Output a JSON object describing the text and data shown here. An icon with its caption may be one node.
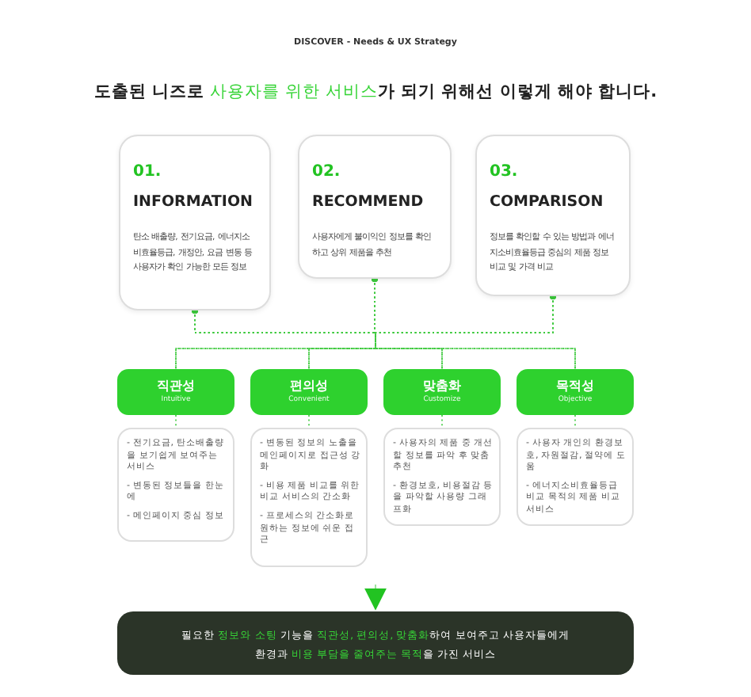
{
  "diagram": {
    "title": "도출된 니즈로 **사용자를 위한 서비스**가 되기 위해선 이렇게 해야 합니다.",
    "nodes": [
      {
        "text": [
          "01.",
          "INFORMATION",
          "탄소 배출량, 전기요금, 에너지소비효율등급, 개정안, 요금 변동 등 사용자가 확인 가능한 모든 정보"
        ]
      },
      {
        "text": [
          "02.",
          "RECOMMEND",
          "사용자에게 불이익인 정보를 확인하고 상위 제품을 추천"
        ]
      },
      {
        "text": [
          "03.",
          "COMPARISON",
          "정보를 확인할 수 있는 방법과 에너지소비효율등급 중심의 제품 정보 비교 및 가격 비교"
        ]
      },
      {
        "text": [
          "직관성",
          "Intuitive"
        ]
      },
      {
        "text": [
          "편의성",
          "Convenient"
        ]
      },
      {
        "text": [
          "맞춤화",
          "Customize"
        ]
      },
      {
        "text": [
          "목적성",
          "Objective"
        ]
      },
      {
        "text": [
          "- 전기요금, 탄소배출량을 보기쉽게 보여주는 서비스",
          "- 변동된 정보들을 한눈에",
          "- 메인페이지 중심 정보"
        ]
      },
      {
        "text": [
          "- 변동된 정보의 노출을 메인페이지로 접근성 강화",
          "- 비용 제품 비교를 위한 비교 서비스의 간소화",
          "- 프로세스의 간소화로 원하는 정보에 쉬운 접근"
        ]
      },
      {
        "text": [
          "- 사용자의 제품 중 개선할 정보를 파악 후 맞춤 추천",
          "- 환경보호, 비용절감 등을 파악할 사용량 그래프화"
        ]
      },
      {
        "text": [
          "- 사용자 개인의 환경보호, 자원절감, 절약에 도움",
          "- 에너지소비효율등급 비교 목적의 제품 비교 서비스"
        ]
      },
      {
        "text": [
          "필요한 **정보와 소팅** 기능을 **직관성, 편의성, 맞춤화**하여 보여주고 사용자들에게 환경과 **비용 부담을 줄여주는 목적**을 가진 서비스"
        ]
      }
    ],
    "edges": [
      {
        "from": 0,
        "to": 3,
        "arrow": "other",
        "style": "dashed"
      },
      {
        "from": 0,
        "to": 4,
        "arrow": "other",
        "style": "dashed"
      },
      {
        "from": 0,
        "to": 5,
        "arrow": "other",
        "style": "dashed"
      },
      {
        "from": 0,
        "to": 6,
        "arrow": "other",
        "style": "dashed"
      },
      {
        "from": 1,
        "to": 3,
        "arrow": "other",
        "style": "dashed"
      },
      {
        "from": 1,
        "to": 4,
        "arrow": "other",
        "style": "dashed"
      },
      {
        "from": 1,
        "to": 5,
        "arrow": "other",
        "style": "dashed"
      },
      {
        "from": 1,
        "to": 6,
        "arrow": "other",
        "style": "dashed"
      },
      {
        "from": 2,
        "to": 3,
        "arrow": "other",
        "style": "dashed"
      },
      {
        "from": 2,
        "to": 4,
        "arrow": "other",
        "style": "dashed"
      },
      {
        "from": 2,
        "to": 5,
        "arrow": "other",
        "style": "dashed"
      },
      {
        "from": 2,
        "to": 6,
        "arrow": "other",
        "style": "dashed"
      },
      {
        "from": 3,
        "to": 7,
        "arrow": "none",
        "style": "dashed"
      },
      {
        "from": 4,
        "to": 8,
        "arrow": "none",
        "style": "dashed"
      },
      {
        "from": 5,
        "to": 9,
        "arrow": "none",
        "style": "dashed"
      },
      {
        "from": 6,
        "to": 10,
        "arrow": "none",
        "style": "dashed"
      },
      {
        "from": null,
        "to": 11,
        "arrow": "to"
      }
    ],
    "labels": [
      "DISCOVER - Needs & UX Strategy"
    ]
  }
}
